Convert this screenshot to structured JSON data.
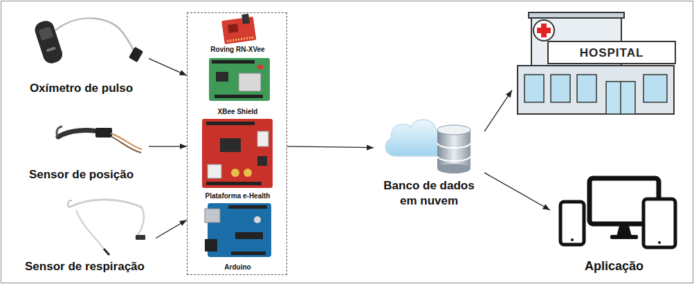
{
  "diagram": {
    "nodes": [
      {
        "text": [
          "Oxímetro de pulso"
        ]
      },
      {
        "text": [
          "Sensor de posição"
        ]
      },
      {
        "text": [
          "Sensor de respiração"
        ]
      },
      {
        "text": []
      },
      {
        "text": [
          "Roving RN-XVee"
        ],
        "in": 3
      },
      {
        "text": [
          "XBee Shield"
        ],
        "in": 3
      },
      {
        "text": [
          "Plataforma e-Health"
        ],
        "in": 3
      },
      {
        "text": [
          "Arduino"
        ],
        "in": 3
      },
      {
        "text": [
          "Banco de dados em nuvem"
        ]
      },
      {
        "text": [
          "HOSPITAL"
        ]
      },
      {
        "text": [
          "Aplicação"
        ]
      }
    ],
    "edges": [
      {
        "from": 0,
        "to": 3,
        "arrow": "to"
      },
      {
        "from": 1,
        "to": 3,
        "arrow": "to"
      },
      {
        "from": 2,
        "to": 3,
        "arrow": "to"
      },
      {
        "from": 3,
        "to": 8,
        "arrow": "to"
      },
      {
        "from": 8,
        "to": 9,
        "arrow": "to"
      },
      {
        "from": 8,
        "to": 10,
        "arrow": "to"
      }
    ]
  }
}
